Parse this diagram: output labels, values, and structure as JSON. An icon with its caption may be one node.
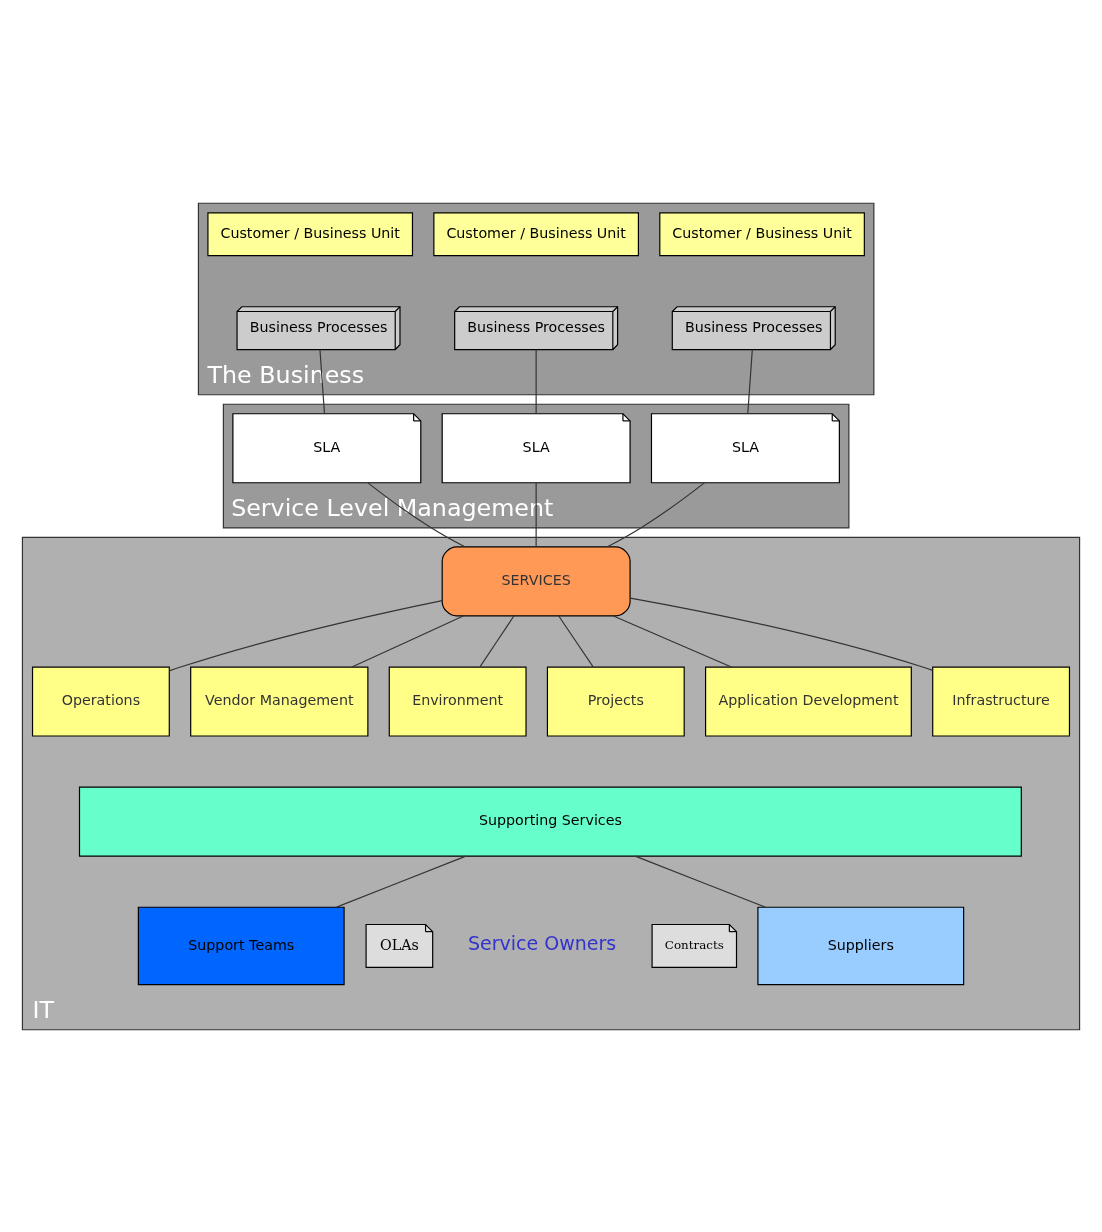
{
  "diagram": {
    "nodes": [
      {
        "text": [
          "The Business"
        ]
      },
      {
        "text": [
          "Customer / Business Unit"
        ],
        "in": 0
      },
      {
        "text": [
          "Customer / Business Unit"
        ],
        "in": 0
      },
      {
        "text": [
          "Customer / Business Unit"
        ],
        "in": 0
      },
      {
        "text": [
          "Business Processes"
        ],
        "in": 0
      },
      {
        "text": [
          "Business Processes"
        ],
        "in": 0
      },
      {
        "text": [
          "Business Processes"
        ],
        "in": 0
      },
      {
        "text": [
          "Service Level Management"
        ]
      },
      {
        "text": [
          "SLA"
        ],
        "in": 7
      },
      {
        "text": [
          "SLA"
        ],
        "in": 7
      },
      {
        "text": [
          "SLA"
        ],
        "in": 7
      },
      {
        "text": [
          "IT"
        ]
      },
      {
        "text": [
          "SERVICES"
        ],
        "in": 11
      },
      {
        "text": [
          "Operations"
        ],
        "in": 11
      },
      {
        "text": [
          "Vendor Management"
        ],
        "in": 11
      },
      {
        "text": [
          "Environment"
        ],
        "in": 11
      },
      {
        "text": [
          "Projects"
        ],
        "in": 11
      },
      {
        "text": [
          "Application Development"
        ],
        "in": 11
      },
      {
        "text": [
          "Infrastructure"
        ],
        "in": 11
      },
      {
        "text": [
          "Supporting Services"
        ],
        "in": 11
      },
      {
        "text": [
          "Support Teams"
        ],
        "in": 11
      },
      {
        "text": [
          "OLAs"
        ],
        "in": 11
      },
      {
        "text": [
          "Contracts"
        ],
        "in": 11
      },
      {
        "text": [
          "Suppliers"
        ],
        "in": 11
      }
    ],
    "edges": [
      {
        "from": 4,
        "to": 8,
        "arrow": "none"
      },
      {
        "from": 5,
        "to": 9,
        "arrow": "none"
      },
      {
        "from": 6,
        "to": 10,
        "arrow": "none"
      },
      {
        "from": 8,
        "to": 12,
        "arrow": "none"
      },
      {
        "from": 9,
        "to": 12,
        "arrow": "none"
      },
      {
        "from": 10,
        "to": 12,
        "arrow": "none"
      },
      {
        "from": 12,
        "to": 13,
        "arrow": "none"
      },
      {
        "from": 12,
        "to": 14,
        "arrow": "none"
      },
      {
        "from": 12,
        "to": 15,
        "arrow": "none"
      },
      {
        "from": 12,
        "to": 16,
        "arrow": "none"
      },
      {
        "from": 12,
        "to": 17,
        "arrow": "none"
      },
      {
        "from": 12,
        "to": 18,
        "arrow": "none"
      },
      {
        "from": 19,
        "to": 20,
        "arrow": "none"
      },
      {
        "from": 19,
        "to": 23,
        "arrow": "none"
      }
    ],
    "labels": [
      "Service Owners"
    ]
  }
}
